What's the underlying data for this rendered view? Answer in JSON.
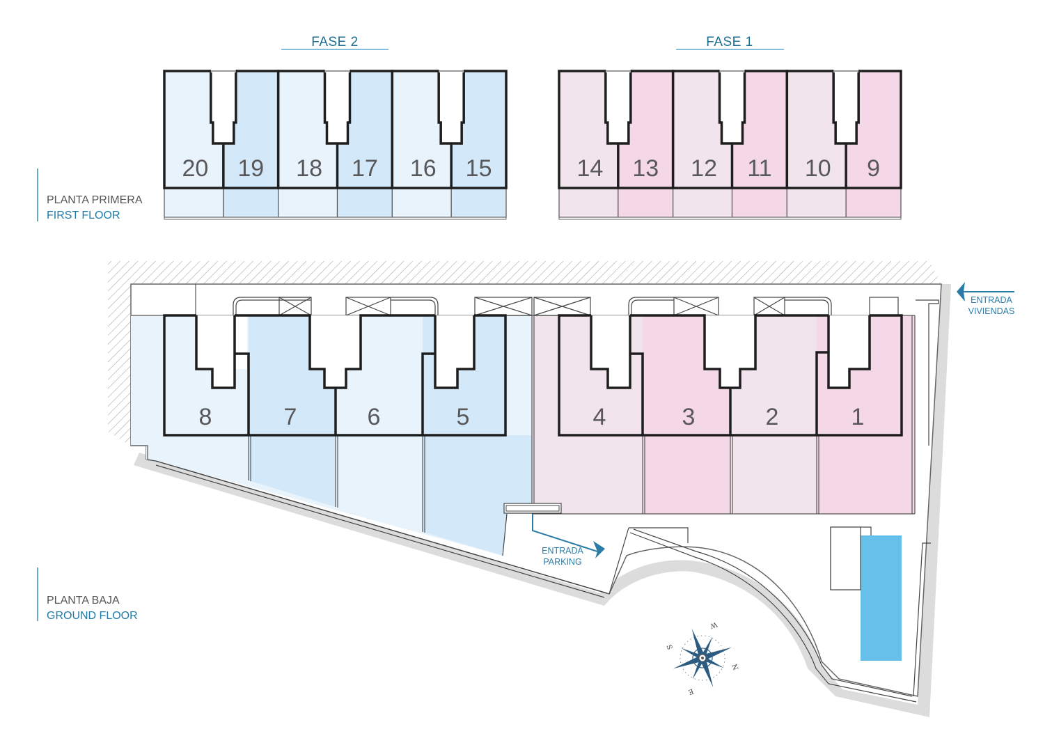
{
  "phases": [
    {
      "label": "FASE 2",
      "units_first_floor": [
        "20",
        "19",
        "18",
        "17",
        "16",
        "15"
      ],
      "units_ground_floor": [
        "8",
        "7",
        "6",
        "5"
      ]
    },
    {
      "label": "FASE 1",
      "units_first_floor": [
        "14",
        "13",
        "12",
        "11",
        "10",
        "9"
      ],
      "units_ground_floor": [
        "4",
        "3",
        "2",
        "1"
      ]
    }
  ],
  "floors": {
    "first": {
      "label_es": "PLANTA PRIMERA",
      "label_en": "FIRST FLOOR"
    },
    "ground": {
      "label_es": "PLANTA BAJA",
      "label_en": "GROUND FLOOR"
    }
  },
  "entrances": {
    "homes": {
      "line1": "ENTRADA",
      "line2": "VIVIENDAS"
    },
    "parking": {
      "line1": "ENTRADA",
      "line2": "PARKING"
    }
  },
  "compass": {
    "n": "N",
    "s": "S",
    "e": "E",
    "w": "W"
  },
  "colors": {
    "blue_light": "#e8f3fc",
    "blue_dark": "#d3e8f8",
    "pink_light": "#f2e4ec",
    "pink_dark": "#f5d8e8",
    "pool": "#66c0ea",
    "accent": "#1e6f93"
  }
}
